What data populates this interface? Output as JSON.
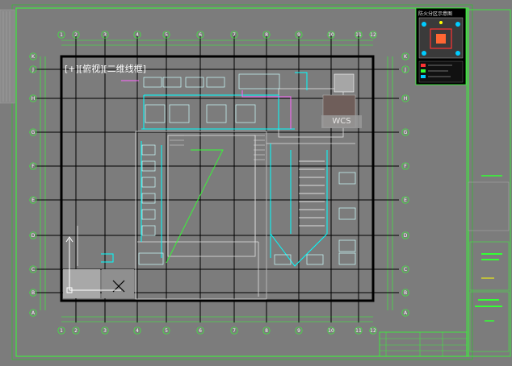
{
  "viewport": {
    "label": "[+][俯视][二维线框]",
    "ucs_label": "WCS"
  },
  "minimap": {
    "title": "防火分区示意图"
  },
  "grid": {
    "top_labels": [
      "1",
      "2",
      "3",
      "4",
      "5",
      "6",
      "7",
      "8",
      "9",
      "10",
      "11",
      "12"
    ],
    "bottom_labels": [
      "1",
      "2",
      "3",
      "4",
      "5",
      "6",
      "7",
      "8",
      "9",
      "10",
      "11",
      "12"
    ],
    "left_labels": [
      "K",
      "J",
      "H",
      "G",
      "F",
      "E",
      "D",
      "C",
      "B",
      "A"
    ],
    "right_labels": [
      "K",
      "J",
      "H",
      "G",
      "F",
      "E",
      "D",
      "C",
      "B",
      "A"
    ]
  },
  "colors": {
    "background": "#7c7c7c",
    "grid_green": "#33ff33",
    "wall_black": "#000000",
    "cyan": "#00ffff",
    "magenta": "#ff66ff",
    "white": "#ffffff"
  }
}
